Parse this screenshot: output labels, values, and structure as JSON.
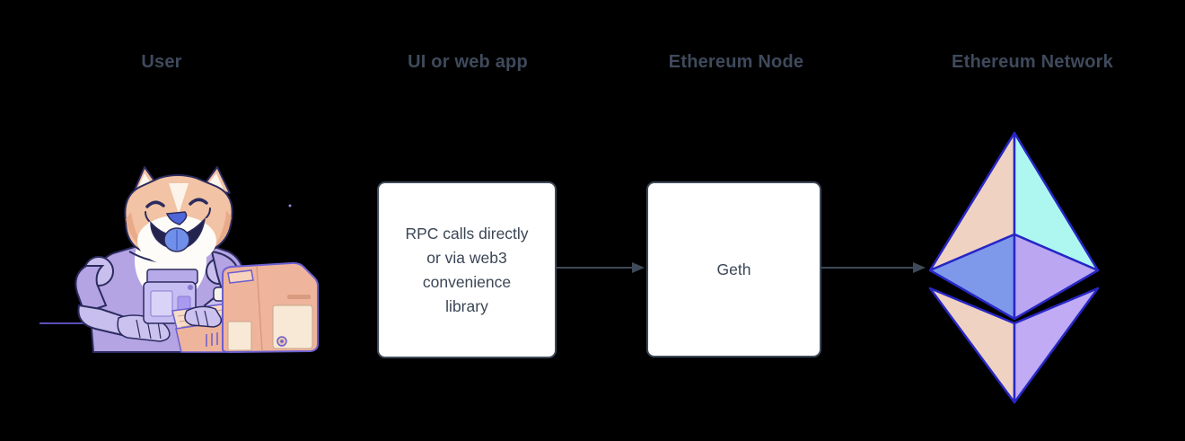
{
  "headers": [
    {
      "label": "User"
    },
    {
      "label": "UI or web app"
    },
    {
      "label": "Ethereum Node"
    },
    {
      "label": "Ethereum Network"
    }
  ],
  "boxes": {
    "webapp": {
      "text": "RPC calls directly\nor via web3\nconvenience\nlibrary"
    },
    "geth": {
      "text": "Geth"
    }
  },
  "icons": [
    {
      "name": "doge-astronaut-illustration"
    },
    {
      "name": "retro-computer-icon"
    },
    {
      "name": "keyboard-icon"
    },
    {
      "name": "ethereum-logo"
    }
  ],
  "colors": {
    "canvas_bg": "#000000",
    "header_text": "#3f4a5c",
    "box_fill": "#ffffff",
    "box_border": "#3e4a5a",
    "box_text": "#3b4656",
    "arrow": "#3f4a58",
    "eth_outline": "#2727c4",
    "eth_top_left": "#f0d2c2",
    "eth_top_right": "#aef7f1",
    "eth_mid_left": "#7e99ea",
    "eth_mid_right": "#bba6f2",
    "eth_bottom_left": "#f0d2c2",
    "eth_bottom_right": "#c0abf4",
    "doge_fur": "#f2c3a4",
    "doge_fur_shade": "#e7a685",
    "doge_white": "#fdfcf8",
    "doge_tongue": "#6f8fe8",
    "suit_purple": "#b4a4e4",
    "suit_light": "#c9bfee",
    "outline_navy": "#2b2b5e",
    "computer_body": "#efb49c",
    "computer_panel": "#f7e9d6",
    "outline_purple": "#6b5fd0",
    "desk_line": "#5a50b8"
  }
}
